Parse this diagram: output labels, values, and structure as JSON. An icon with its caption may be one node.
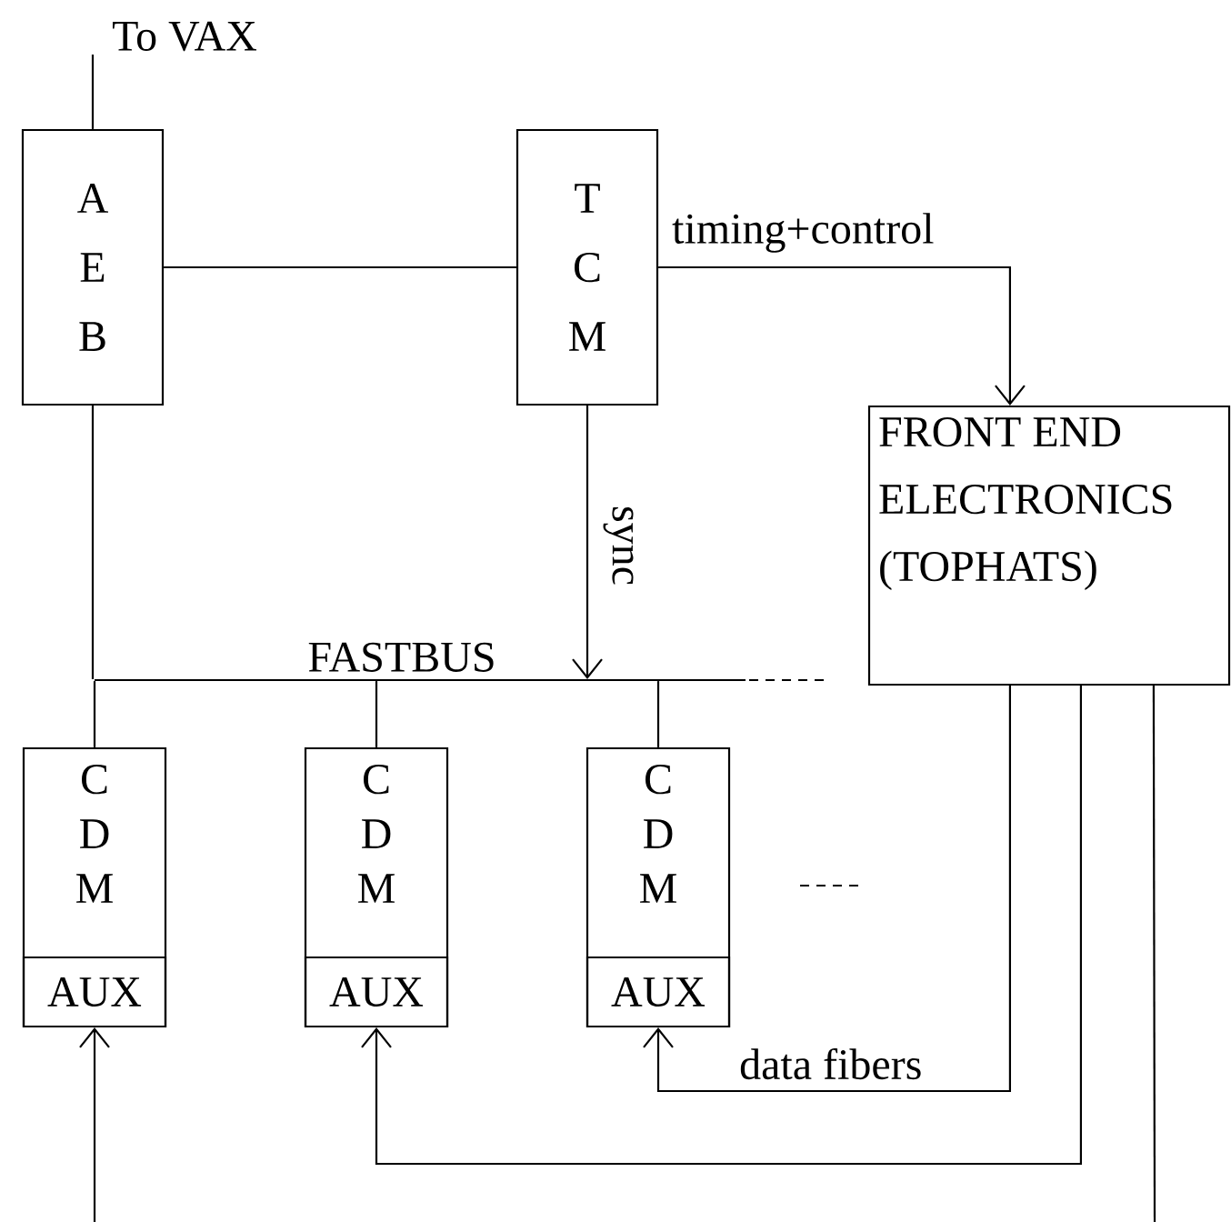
{
  "diagram": {
    "nodes": [
      {
        "text": [
          "A E B"
        ]
      },
      {
        "text": [
          "T C M"
        ]
      },
      {
        "text": [
          "FRONT END ELECTRONICS (TOPHATS)"
        ]
      },
      {
        "text": [],
        "shape": "bar",
        "beside": [
          "FASTBUS"
        ]
      },
      {
        "text": [
          "C D M"
        ]
      },
      {
        "text": [
          "AUX"
        ],
        "in": 4
      },
      {
        "text": [
          "C D M"
        ]
      },
      {
        "text": [
          "AUX"
        ],
        "in": 6
      },
      {
        "text": [
          "C D M"
        ]
      },
      {
        "text": [
          "AUX"
        ],
        "in": 8
      }
    ],
    "edges": [
      {
        "from": 0,
        "to": null,
        "arrow": "none",
        "label": "To VAX"
      },
      {
        "from": 0,
        "to": 1,
        "arrow": "none"
      },
      {
        "from": 1,
        "to": 2,
        "arrow": "to",
        "label": "timing+control"
      },
      {
        "from": 1,
        "to": 3,
        "arrow": "to",
        "label": "sync"
      },
      {
        "from": 0,
        "to": 3,
        "arrow": "none"
      },
      {
        "from": 3,
        "to": 4,
        "arrow": "none"
      },
      {
        "from": 3,
        "to": 6,
        "arrow": "none"
      },
      {
        "from": 3,
        "to": 8,
        "arrow": "none"
      },
      {
        "from": 2,
        "to": 9,
        "arrow": "to",
        "label": "data fibers"
      },
      {
        "from": 2,
        "to": 7,
        "arrow": "to"
      },
      {
        "from": 2,
        "to": null,
        "arrow": "none"
      },
      {
        "from": null,
        "to": 5,
        "arrow": "to"
      }
    ]
  }
}
